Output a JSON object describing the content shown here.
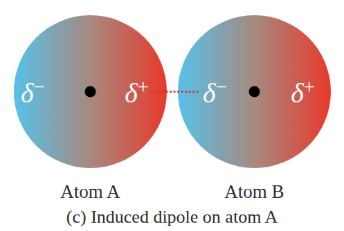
{
  "diagram": {
    "caption": "(c) Induced dipole on atom A",
    "nodes": [
      {
        "text": [
          "δ−",
          "δ+",
          "Atom A"
        ]
      },
      {
        "text": [
          "δ−",
          "δ+",
          "Atom B"
        ]
      }
    ],
    "edges": [
      {
        "from": 0,
        "to": 1,
        "arrow": "none"
      }
    ]
  }
}
